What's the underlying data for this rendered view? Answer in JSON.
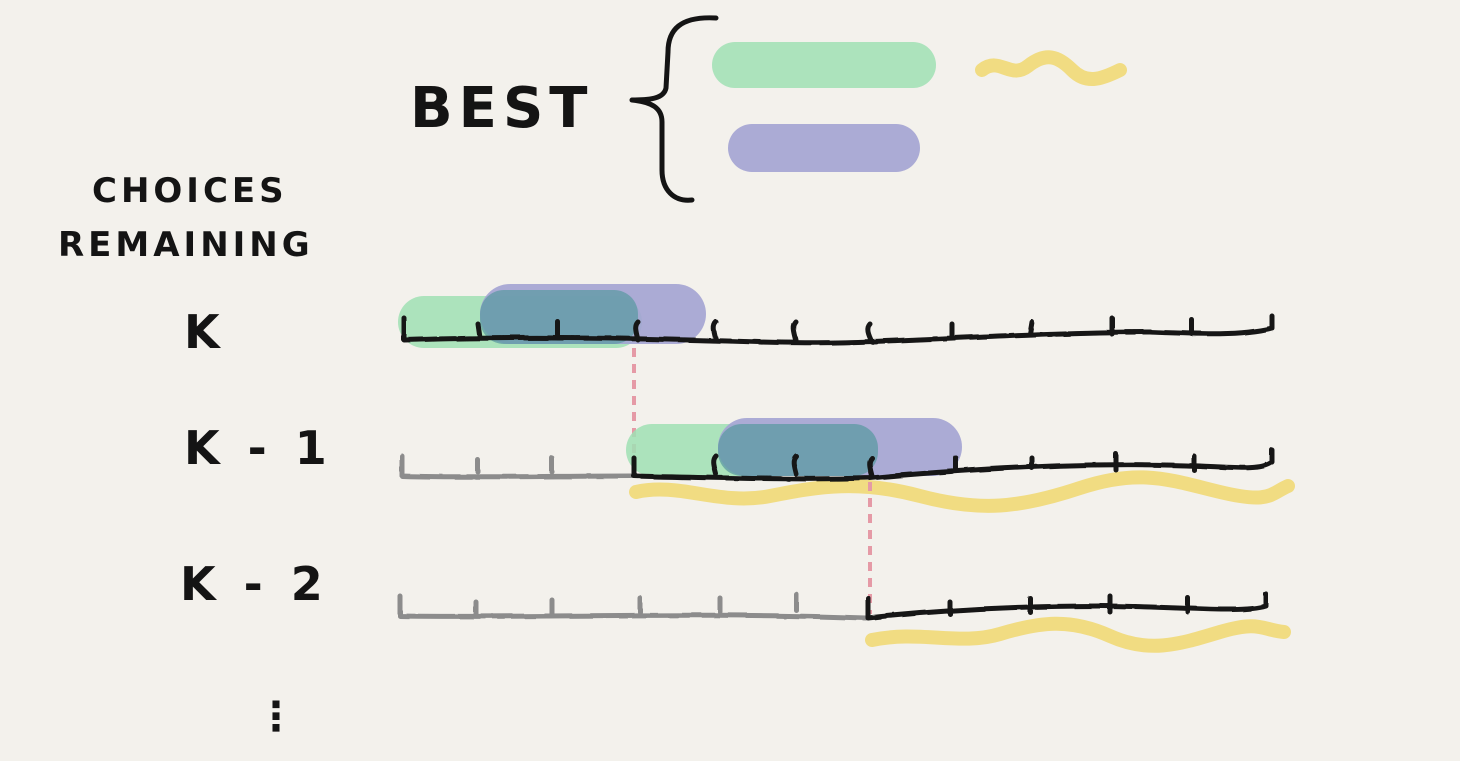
{
  "legend": {
    "title": "BEST"
  },
  "axis_title_lines": [
    "CHOICES",
    "REMAINING"
  ],
  "rows": [
    {
      "label": "K"
    },
    {
      "label": "K - 1"
    },
    {
      "label": "K - 2"
    }
  ],
  "continuation": "⋮",
  "colors": {
    "background": "#f3f1ec",
    "green": "#9fe0b4",
    "purple": "#a3a3d3",
    "overlap": "#5e9aa3",
    "yellow": "#f1dc82",
    "ink": "#141414",
    "faded_ink": "#8c8c8c",
    "dashed_guide": "#e59aa6"
  }
}
